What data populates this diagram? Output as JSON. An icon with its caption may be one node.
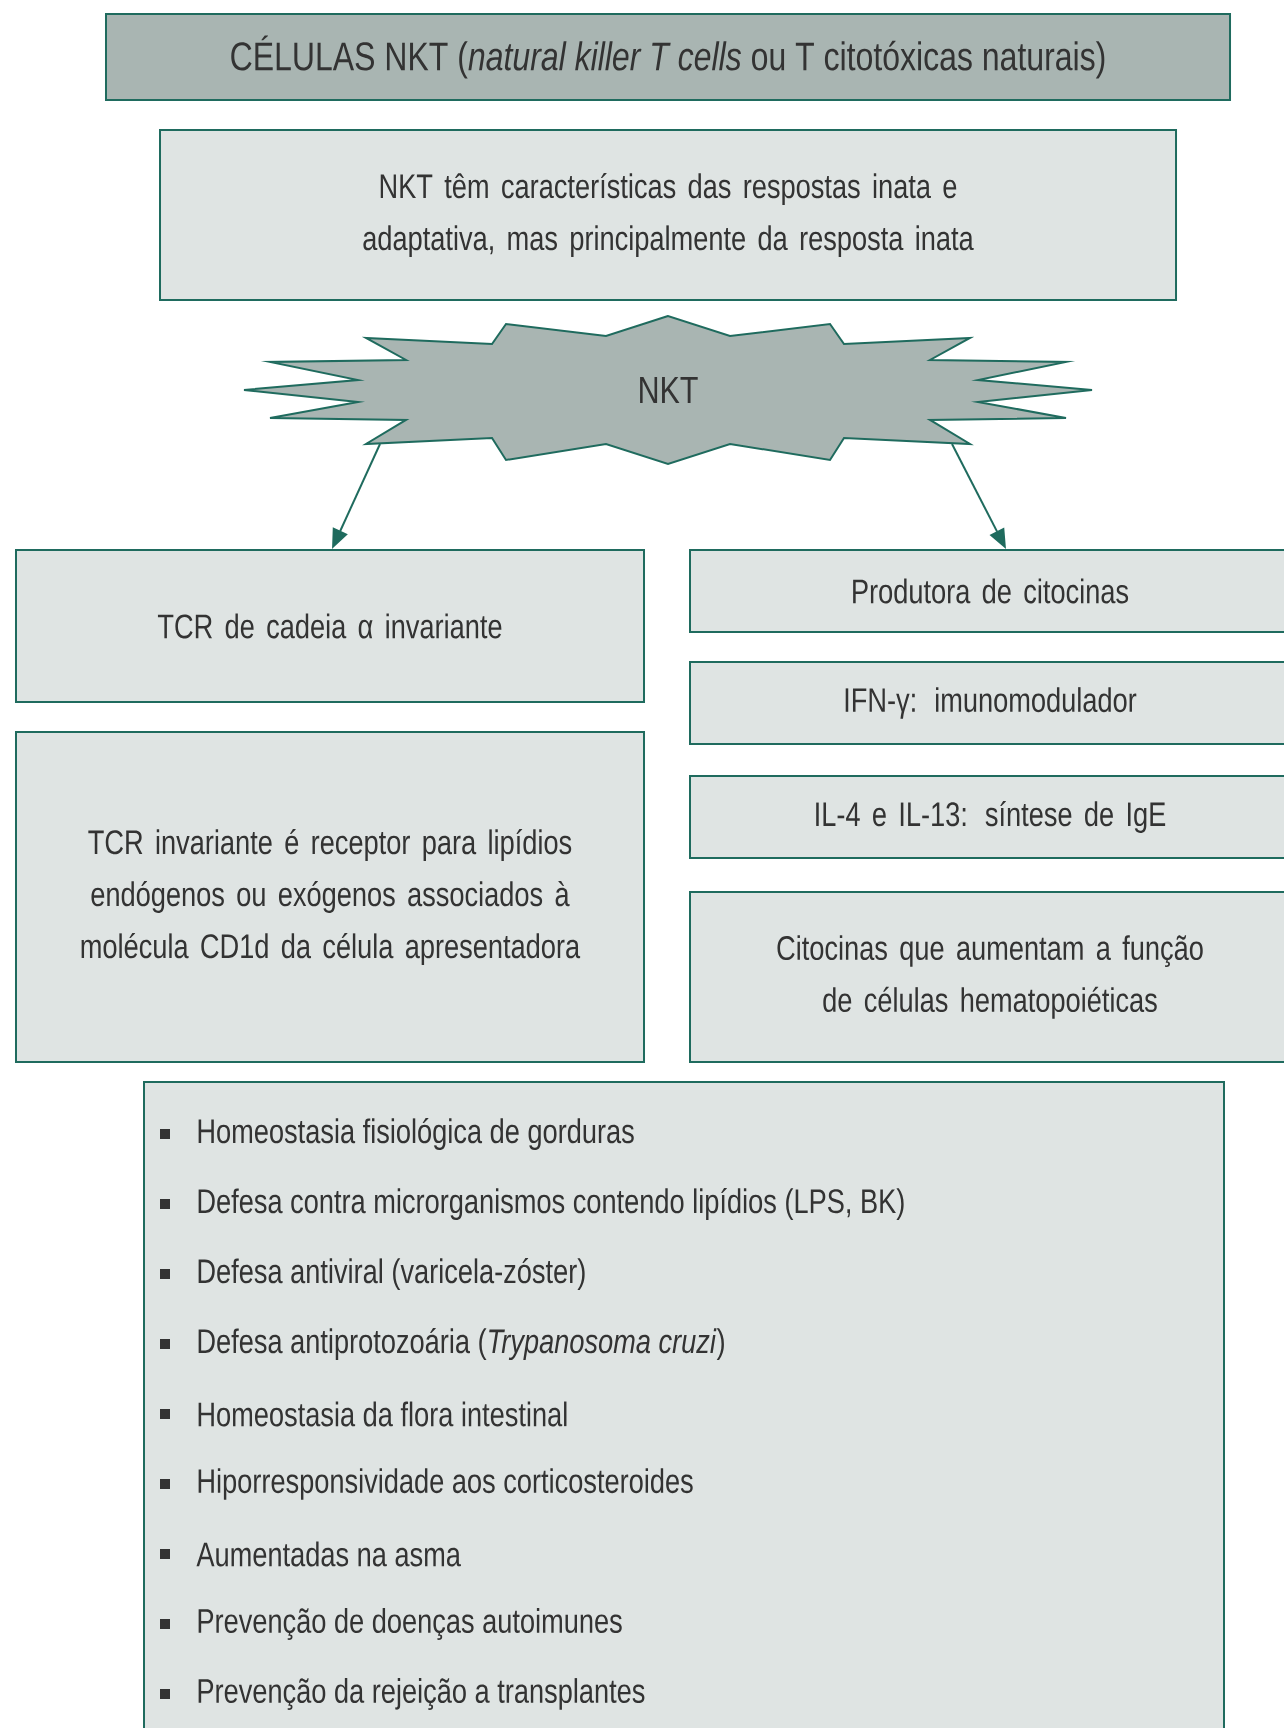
{
  "diagram": {
    "title": "CÉLULAS NKT (*natural killer T cells* ou T citotóxicas naturais)",
    "nodes": [
      {
        "text": [
          "NKT têm características das respostas inata e adaptativa, mas principalmente da resposta inata"
        ]
      },
      {
        "text": [
          "NKT"
        ]
      },
      {
        "text": [
          "TCR de cadeia α invariante"
        ]
      },
      {
        "text": [
          "TCR invariante é receptor para lipídios endógenos ou exógenos associados à molécula CD1d da célula apresentadora"
        ]
      },
      {
        "text": [
          "Produtora de citocinas"
        ]
      },
      {
        "text": [
          "IFN-γ: imunomodulador"
        ]
      },
      {
        "text": [
          "IL-4 e IL-13: síntese de IgE"
        ]
      },
      {
        "text": [
          "Citocinas que aumentam a função de células hematopoiéticas"
        ]
      },
      {
        "text": [
          "Homeostasia fisiológica de gorduras",
          "Defesa contra microrganismos contendo lipídios (LPS, BK)",
          "Defesa antiviral (varicela-zóster)",
          "Defesa antiprotozoária (*Trypanosoma cruzi*)",
          "Homeostasia da flora intestinal",
          "Hiporresponsividade aos corticosteroides",
          "Aumentadas na asma",
          "Prevenção de doenças autoimunes",
          "Prevenção da rejeição a transplantes"
        ]
      }
    ],
    "edges": [
      {
        "from": 1,
        "to": 2,
        "arrow": "to"
      },
      {
        "from": 1,
        "to": 4,
        "arrow": "to"
      }
    ]
  }
}
